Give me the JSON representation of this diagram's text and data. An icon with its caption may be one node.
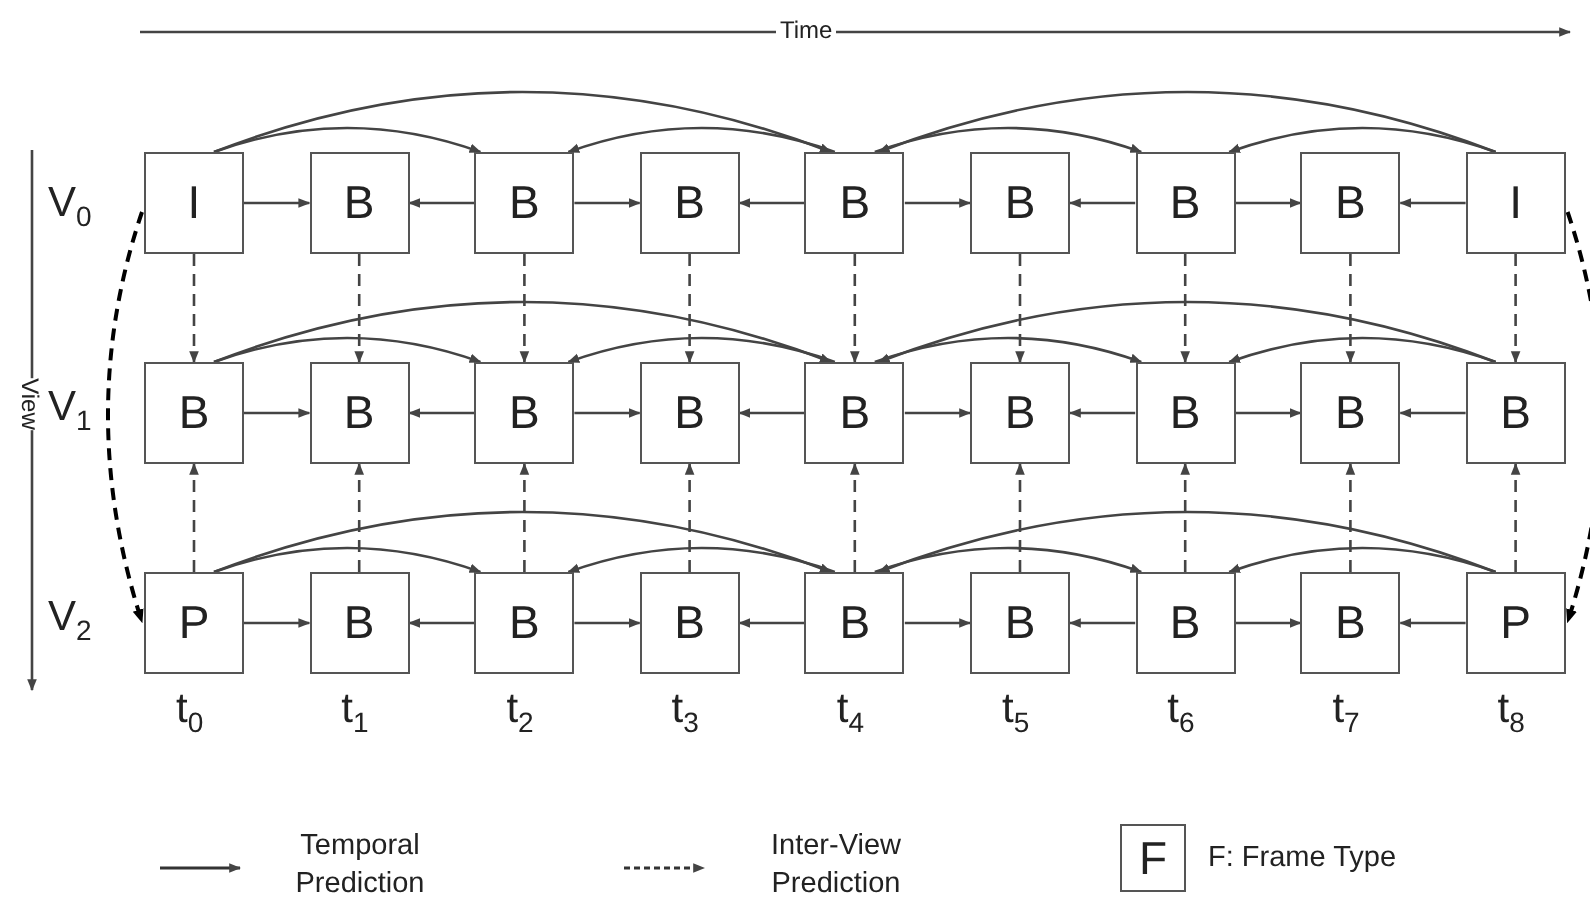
{
  "diagram": {
    "nodes": [
      {
        "text": [
          "I"
        ]
      },
      {
        "text": [
          "B"
        ]
      },
      {
        "text": [
          "B"
        ]
      },
      {
        "text": [
          "B"
        ]
      },
      {
        "text": [
          "B"
        ]
      },
      {
        "text": [
          "B"
        ]
      },
      {
        "text": [
          "B"
        ]
      },
      {
        "text": [
          "B"
        ]
      },
      {
        "text": [
          "I"
        ]
      },
      {
        "text": [
          "B"
        ]
      },
      {
        "text": [
          "B"
        ]
      },
      {
        "text": [
          "B"
        ]
      },
      {
        "text": [
          "B"
        ]
      },
      {
        "text": [
          "B"
        ]
      },
      {
        "text": [
          "B"
        ]
      },
      {
        "text": [
          "B"
        ]
      },
      {
        "text": [
          "B"
        ]
      },
      {
        "text": [
          "B"
        ]
      },
      {
        "text": [
          "P"
        ]
      },
      {
        "text": [
          "B"
        ]
      },
      {
        "text": [
          "B"
        ]
      },
      {
        "text": [
          "B"
        ]
      },
      {
        "text": [
          "B"
        ]
      },
      {
        "text": [
          "B"
        ]
      },
      {
        "text": [
          "B"
        ]
      },
      {
        "text": [
          "B"
        ]
      },
      {
        "text": [
          "P"
        ]
      },
      {
        "text": [
          "F"
        ],
        "beside": [
          "F: Frame Type"
        ]
      }
    ],
    "edges": [
      {
        "from": 0,
        "to": 4,
        "arrow": "to"
      },
      {
        "from": 8,
        "to": 4,
        "arrow": "to"
      },
      {
        "from": 0,
        "to": 2,
        "arrow": "to"
      },
      {
        "from": 4,
        "to": 2,
        "arrow": "to"
      },
      {
        "from": 4,
        "to": 6,
        "arrow": "to"
      },
      {
        "from": 8,
        "to": 6,
        "arrow": "to"
      },
      {
        "from": 0,
        "to": 1,
        "arrow": "to"
      },
      {
        "from": 2,
        "to": 1,
        "arrow": "to"
      },
      {
        "from": 2,
        "to": 3,
        "arrow": "to"
      },
      {
        "from": 4,
        "to": 3,
        "arrow": "to"
      },
      {
        "from": 4,
        "to": 5,
        "arrow": "to"
      },
      {
        "from": 6,
        "to": 5,
        "arrow": "to"
      },
      {
        "from": 6,
        "to": 7,
        "arrow": "to"
      },
      {
        "from": 8,
        "to": 7,
        "arrow": "to"
      },
      {
        "from": 9,
        "to": 13,
        "arrow": "to"
      },
      {
        "from": 17,
        "to": 13,
        "arrow": "to"
      },
      {
        "from": 9,
        "to": 11,
        "arrow": "to"
      },
      {
        "from": 13,
        "to": 11,
        "arrow": "to"
      },
      {
        "from": 13,
        "to": 15,
        "arrow": "to"
      },
      {
        "from": 17,
        "to": 15,
        "arrow": "to"
      },
      {
        "from": 9,
        "to": 10,
        "arrow": "to"
      },
      {
        "from": 11,
        "to": 10,
        "arrow": "to"
      },
      {
        "from": 11,
        "to": 12,
        "arrow": "to"
      },
      {
        "from": 13,
        "to": 12,
        "arrow": "to"
      },
      {
        "from": 13,
        "to": 14,
        "arrow": "to"
      },
      {
        "from": 15,
        "to": 14,
        "arrow": "to"
      },
      {
        "from": 15,
        "to": 16,
        "arrow": "to"
      },
      {
        "from": 17,
        "to": 16,
        "arrow": "to"
      },
      {
        "from": 18,
        "to": 22,
        "arrow": "to"
      },
      {
        "from": 26,
        "to": 22,
        "arrow": "to"
      },
      {
        "from": 18,
        "to": 20,
        "arrow": "to"
      },
      {
        "from": 22,
        "to": 20,
        "arrow": "to"
      },
      {
        "from": 22,
        "to": 24,
        "arrow": "to"
      },
      {
        "from": 26,
        "to": 24,
        "arrow": "to"
      },
      {
        "from": 18,
        "to": 19,
        "arrow": "to"
      },
      {
        "from": 20,
        "to": 19,
        "arrow": "to"
      },
      {
        "from": 20,
        "to": 21,
        "arrow": "to"
      },
      {
        "from": 22,
        "to": 21,
        "arrow": "to"
      },
      {
        "from": 22,
        "to": 23,
        "arrow": "to"
      },
      {
        "from": 24,
        "to": 23,
        "arrow": "to"
      },
      {
        "from": 24,
        "to": 25,
        "arrow": "to"
      },
      {
        "from": 26,
        "to": 25,
        "arrow": "to"
      },
      {
        "from": 0,
        "to": 9,
        "arrow": "to",
        "style": "dashed"
      },
      {
        "from": 1,
        "to": 10,
        "arrow": "to",
        "style": "dashed"
      },
      {
        "from": 2,
        "to": 11,
        "arrow": "to",
        "style": "dashed"
      },
      {
        "from": 3,
        "to": 12,
        "arrow": "to",
        "style": "dashed"
      },
      {
        "from": 4,
        "to": 13,
        "arrow": "to",
        "style": "dashed"
      },
      {
        "from": 5,
        "to": 14,
        "arrow": "to",
        "style": "dashed"
      },
      {
        "from": 6,
        "to": 15,
        "arrow": "to",
        "style": "dashed"
      },
      {
        "from": 7,
        "to": 16,
        "arrow": "to",
        "style": "dashed"
      },
      {
        "from": 8,
        "to": 17,
        "arrow": "to",
        "style": "dashed"
      },
      {
        "from": 18,
        "to": 9,
        "arrow": "to",
        "style": "dashed"
      },
      {
        "from": 19,
        "to": 10,
        "arrow": "to",
        "style": "dashed"
      },
      {
        "from": 20,
        "to": 11,
        "arrow": "to",
        "style": "dashed"
      },
      {
        "from": 21,
        "to": 12,
        "arrow": "to",
        "style": "dashed"
      },
      {
        "from": 22,
        "to": 13,
        "arrow": "to",
        "style": "dashed"
      },
      {
        "from": 23,
        "to": 14,
        "arrow": "to",
        "style": "dashed"
      },
      {
        "from": 24,
        "to": 15,
        "arrow": "to",
        "style": "dashed"
      },
      {
        "from": 25,
        "to": 16,
        "arrow": "to",
        "style": "dashed"
      },
      {
        "from": 26,
        "to": 17,
        "arrow": "to",
        "style": "dashed"
      },
      {
        "from": 0,
        "to": 18,
        "arrow": "to",
        "style": "dashed",
        "color": "#000000"
      },
      {
        "from": 8,
        "to": 26,
        "arrow": "to",
        "style": "dashed",
        "color": "#000000"
      }
    ],
    "labels": [
      "Time",
      "View",
      "V$_{0}$",
      "V$_{1}$",
      "V$_{2}$",
      "t$_{0}$",
      "t$_{1}$",
      "t$_{2}$",
      "t$_{3}$",
      "t$_{4}$",
      "t$_{5}$",
      "t$_{6}$",
      "t$_{7}$",
      "t$_{8}$"
    ],
    "legend": [
      {
        "text": "Temporal Prediction"
      },
      {
        "text": "Inter-View Prediction"
      }
    ]
  }
}
